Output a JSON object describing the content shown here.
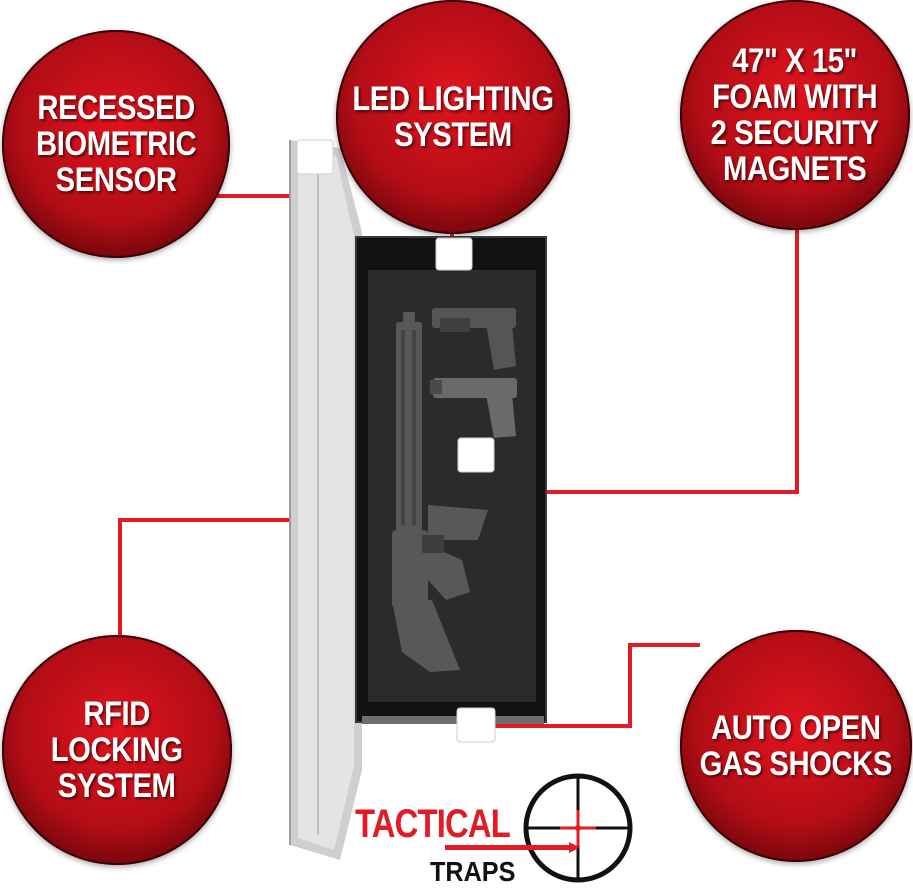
{
  "callouts": {
    "biometric": {
      "label": "RECESSED\nBIOMETRIC\nSENSOR"
    },
    "led": {
      "label": "LED LIGHTING\nSYSTEM"
    },
    "foam": {
      "label": "47\" X 15\"\nFOAM WITH\n2 SECURITY\nMAGNETS"
    },
    "rfid": {
      "label": "RFID\nLOCKING\nSYSTEM"
    },
    "shocks": {
      "label": "AUTO OPEN\nGAS SHOCKS"
    }
  },
  "logo": {
    "line1": "TACTICAL",
    "line2": "TRAPS"
  },
  "colors": {
    "accent": "#e21b24",
    "bubble_dark": "#5e0408",
    "connector": "#e21b24"
  }
}
